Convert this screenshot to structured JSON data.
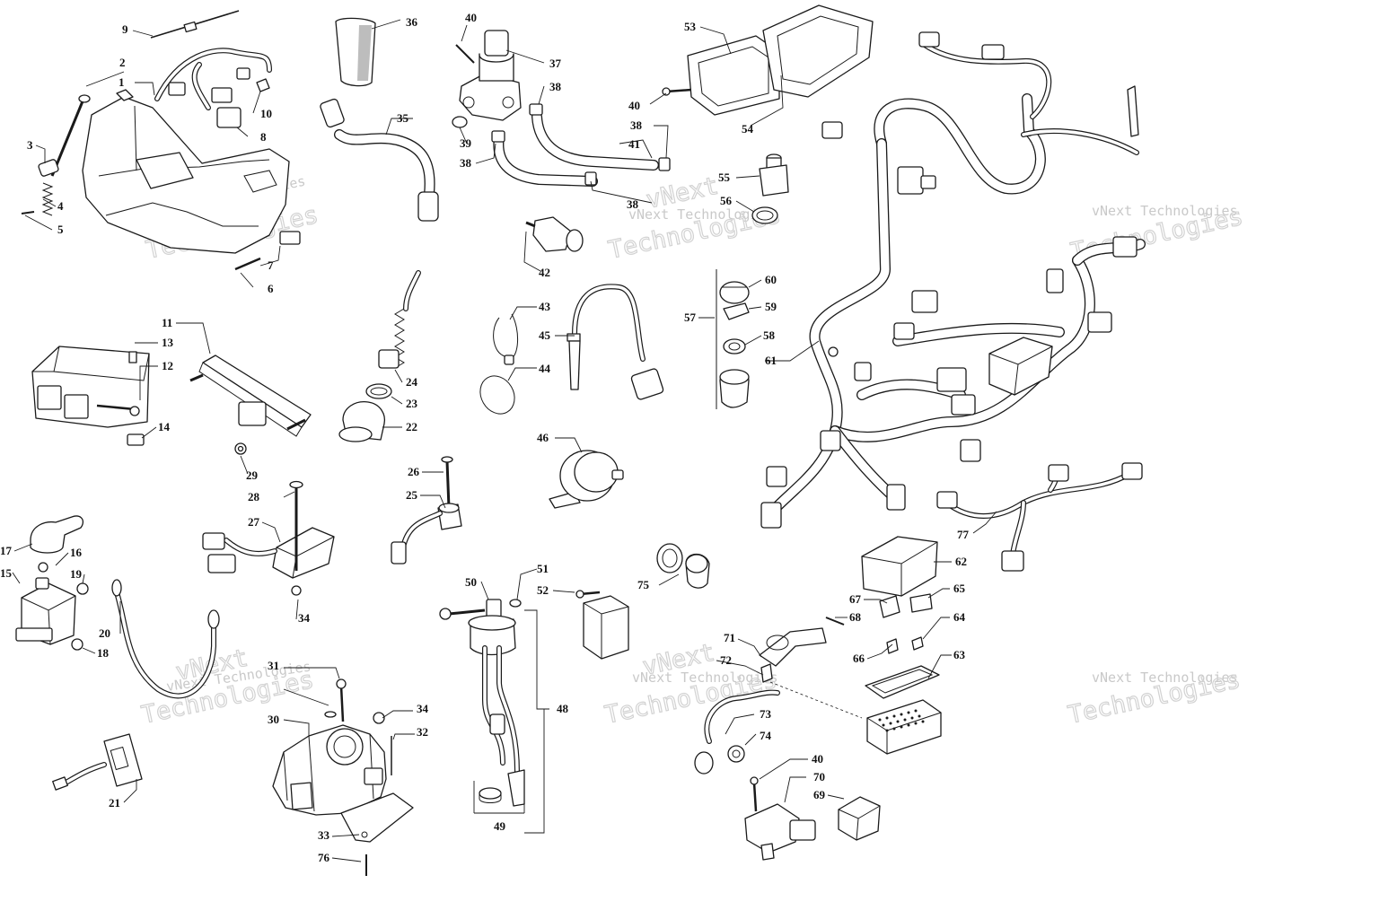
{
  "watermark": {
    "line1": "vNext Technologies",
    "line2": "vNext",
    "line3": "Technologies",
    "color": "#c9c9c9"
  },
  "callouts": [
    "1",
    "2",
    "3",
    "4",
    "5",
    "6",
    "7",
    "8",
    "9",
    "10",
    "11",
    "12",
    "13",
    "14",
    "15",
    "16",
    "17",
    "18",
    "19",
    "20",
    "21",
    "22",
    "23",
    "24",
    "25",
    "26",
    "27",
    "28",
    "29",
    "30",
    "31",
    "32",
    "33",
    "34",
    "34",
    "35",
    "36",
    "37",
    "38",
    "38",
    "38",
    "38",
    "39",
    "40",
    "40",
    "40",
    "41",
    "42",
    "43",
    "44",
    "45",
    "46",
    "48",
    "49",
    "50",
    "51",
    "52",
    "53",
    "54",
    "55",
    "56",
    "57",
    "58",
    "59",
    "60",
    "61",
    "62",
    "63",
    "64",
    "65",
    "66",
    "67",
    "68",
    "69",
    "70",
    "71",
    "72",
    "73",
    "74",
    "75",
    "76",
    "77"
  ],
  "colors": {
    "line": "#1a1a1a",
    "background": "#ffffff",
    "hatch": "#bdbdbd"
  }
}
